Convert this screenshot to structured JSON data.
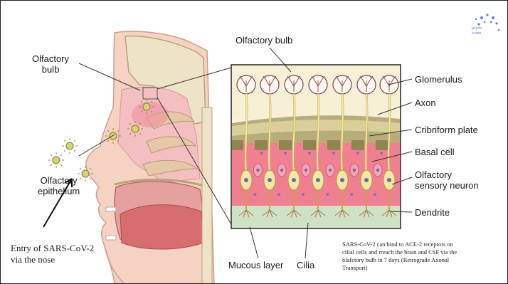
{
  "labels": {
    "olfactory_bulb_left": [
      "Olfactory",
      "bulb"
    ],
    "olfactory_bulb_top": "Olfactory bulb",
    "olfactory_epithelium": [
      "Olfactory",
      "epithelium"
    ],
    "entry": [
      "Entry of SARS-CoV-2",
      "via the nose"
    ],
    "glomerulus": "Glomerulus",
    "axon": "Axon",
    "cribriform_plate": "Cribriform plate",
    "basal_cell": "Basal cell",
    "olfactory_sensory_neuron": [
      "Olfactory",
      "sensory neuron"
    ],
    "dendrite": "Dendrite",
    "mucous_layer": "Mucous layer",
    "cilia": "Cilia"
  },
  "caption": [
    "SARS-CoV-2 can bind to ACE-2 receptors on",
    "cilial cells and rreach the brain and CSF via the",
    "olafctory bulb in 7 days  (Retrograde Axonal",
    "Transport)"
  ],
  "logo_text": [
    "psych",
    "scene"
  ],
  "colors": {
    "skin": "#f6d2c2",
    "tissue_pink": "#f0b8b8",
    "bulb_cream": "#f6f1d6",
    "plate_olive": "#b8ad7a",
    "epithelium_pink": "#f07f90",
    "mucus_green": "#cfe2c8",
    "neuron_yellow": "#f3e7a2",
    "virus_yellow": "#d9d27a"
  }
}
